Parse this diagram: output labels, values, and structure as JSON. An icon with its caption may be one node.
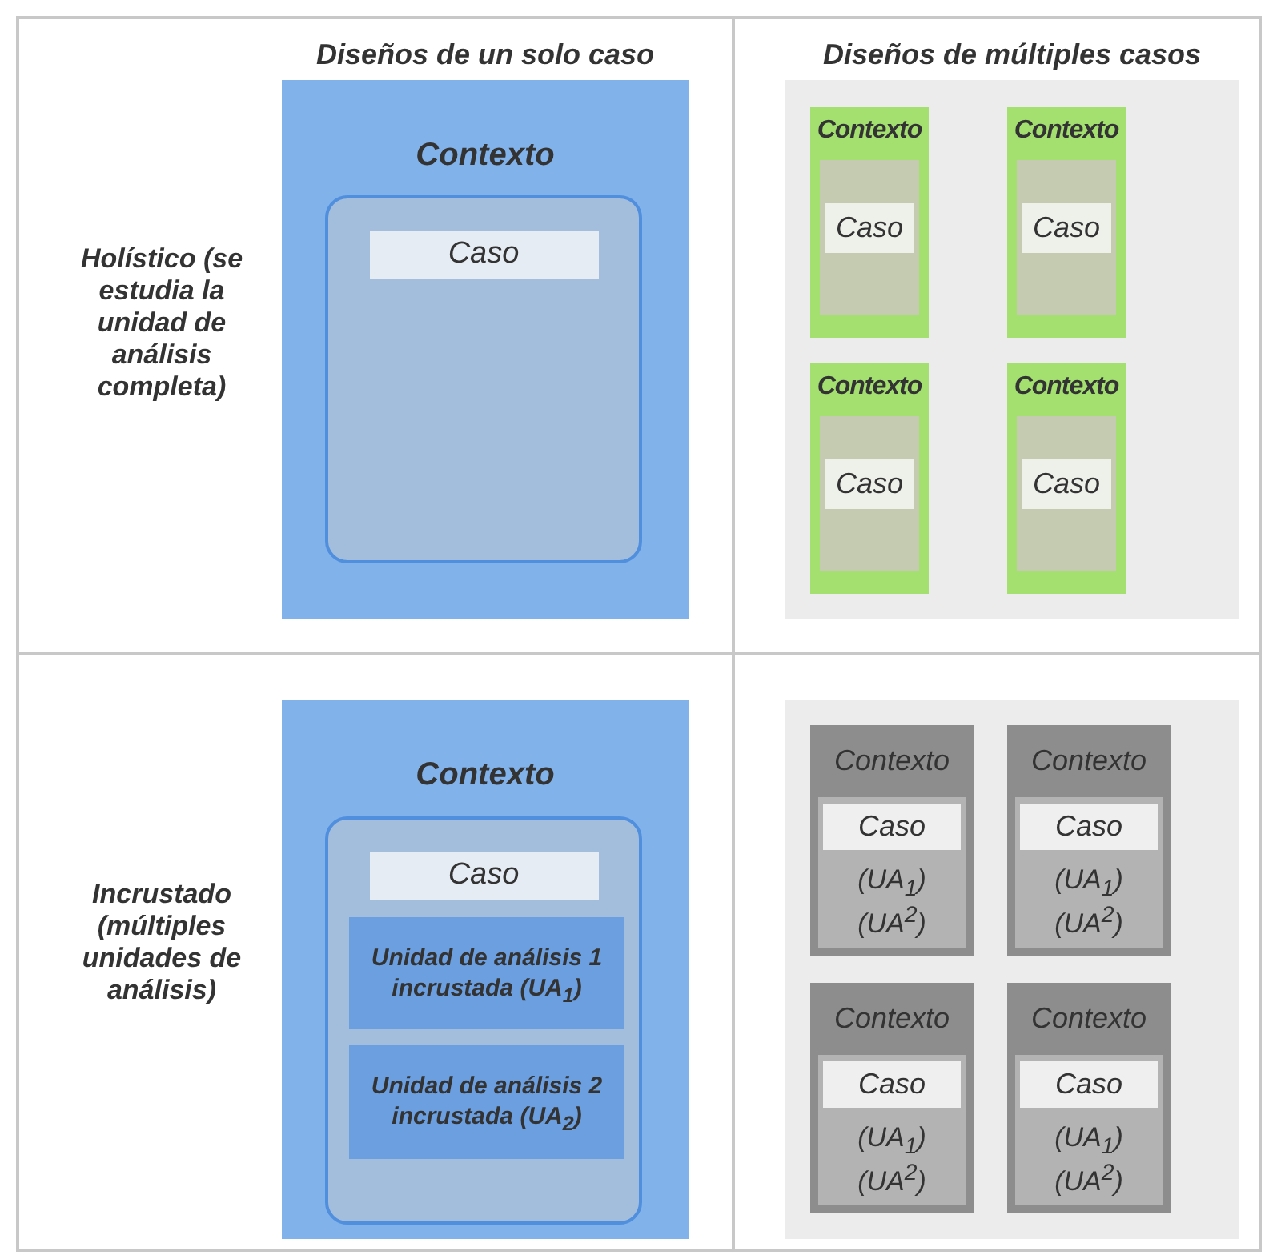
{
  "diagram": {
    "nodes": [
      {
        "text": [
          "Contexto"
        ]
      },
      {
        "text": [
          "Caso"
        ],
        "in": 0
      },
      {
        "text": [],
        "shape": "box"
      },
      {
        "text": [
          "Contexto"
        ],
        "in": 2
      },
      {
        "text": [
          "Caso"
        ],
        "in": 3
      },
      {
        "text": [
          "Contexto"
        ],
        "in": 2
      },
      {
        "text": [
          "Caso"
        ],
        "in": 5
      },
      {
        "text": [
          "Contexto"
        ],
        "in": 2
      },
      {
        "text": [
          "Caso"
        ],
        "in": 7
      },
      {
        "text": [
          "Contexto"
        ],
        "in": 2
      },
      {
        "text": [
          "Caso"
        ],
        "in": 9
      },
      {
        "text": [
          "Contexto"
        ]
      },
      {
        "text": [
          "Caso"
        ],
        "in": 11
      },
      {
        "text": [
          "Unidad de análisis 1 incrustada (UA$_{1}$)"
        ],
        "in": 12
      },
      {
        "text": [
          "Unidad de análisis 2 incrustada (UA$_{2}$)"
        ],
        "in": 12
      },
      {
        "text": [],
        "shape": "box"
      },
      {
        "text": [
          "Contexto"
        ],
        "in": 15
      },
      {
        "text": [
          "Caso",
          "(UA$_{1}$) (UA$^{2}$)"
        ],
        "in": 16
      },
      {
        "text": [
          "Contexto"
        ],
        "in": 15
      },
      {
        "text": [
          "Caso",
          "(UA$_{1}$) (UA$^{2}$)"
        ],
        "in": 18
      },
      {
        "text": [
          "Contexto"
        ],
        "in": 15
      },
      {
        "text": [
          "Caso",
          "(UA$_{1}$) (UA$^{2}$)"
        ],
        "in": 20
      },
      {
        "text": [
          "Contexto"
        ],
        "in": 15
      },
      {
        "text": [
          "Caso",
          "(UA$_{1}$) (UA$^{2}$)"
        ],
        "in": 22
      }
    ],
    "edges": [],
    "labels": [
      "Diseños de un solo caso",
      "Diseños de múltiples casos",
      "Holístico (se estudia la unidad de análisis completa)",
      "Incrustado (múltiples unidades de análisis)"
    ]
  }
}
